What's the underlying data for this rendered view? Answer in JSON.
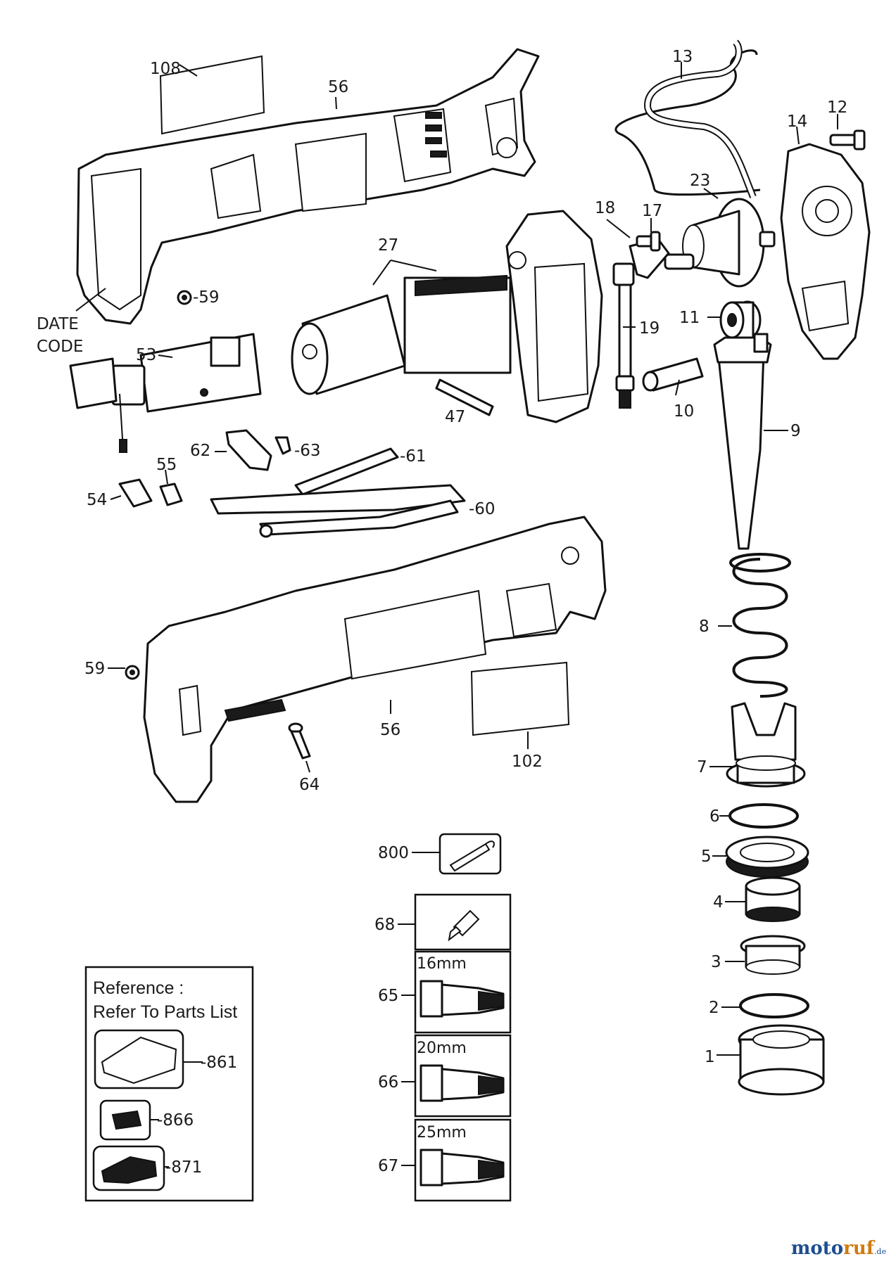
{
  "labels": {
    "l108": "108",
    "l56a": "56",
    "l13": "13",
    "l12": "12",
    "l14": "14",
    "l23": "23",
    "l18": "18",
    "l17": "17",
    "l27": "27",
    "l59a": "-59",
    "date": "DATE",
    "code": "CODE",
    "l53": "53",
    "l19": "19",
    "l11": "11",
    "l47": "47",
    "l10": "10",
    "l9": "9",
    "l62": "62",
    "l63": "-63",
    "l61": "-61",
    "l55": "55",
    "l54": "54",
    "l60": "-60",
    "l8": "8",
    "l59b": "59",
    "l56b": "56",
    "l102": "102",
    "l64": "64",
    "l7": "7",
    "l6": "6",
    "l5": "5",
    "l4": "4",
    "l3": "3",
    "l2": "2",
    "l1": "1",
    "l800": "800",
    "l68": "68",
    "l65": "65",
    "l66": "66",
    "l67": "67",
    "s16": "16mm",
    "s20": "20mm",
    "s25": "25mm",
    "l861": "-861",
    "l866": "-866",
    "l871": "-871"
  },
  "reference": {
    "line1": "Reference :",
    "line2": "Refer To Parts List"
  },
  "watermark": {
    "part1": "moto",
    "part2": "ruf",
    "part3": ".de",
    "color_primary": "#1e4d8f",
    "color_accent": "#d07a10"
  }
}
